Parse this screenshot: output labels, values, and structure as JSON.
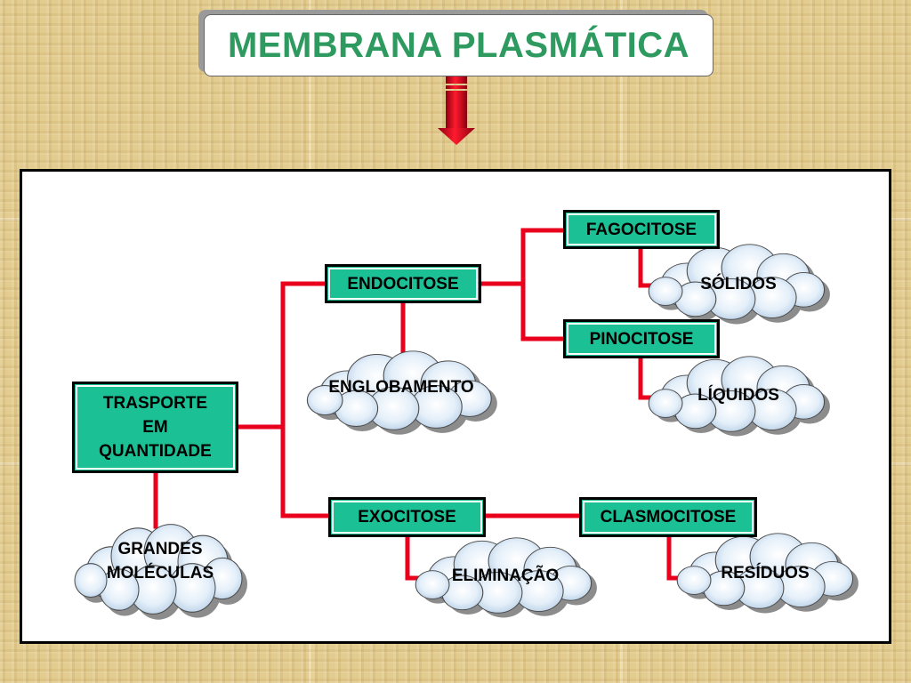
{
  "title": "MEMBRANA PLASMÁTICA",
  "nodes": {
    "root": "TRASPORTE\nEM\nQUANTIDADE",
    "endocitose": "ENDOCITOSE",
    "exocitose": "EXOCITOSE",
    "fagocitose": "FAGOCITOSE",
    "pinocitose": "PINOCITOSE",
    "clasmocitose": "CLASMOCITOSE"
  },
  "clouds": {
    "grandes_moleculas": "GRANDES\nMOLÉCULAS",
    "englobamento": "ENGLOBAMENTO",
    "solidos": "SÓLIDOS",
    "liquidos": "LÍQUIDOS",
    "eliminacao": "ELIMINAÇÃO",
    "residuos": "RESÍDUOS"
  },
  "colors": {
    "title_text": "#2e9a5f",
    "node_fill": "#1bc195",
    "connector": "#e8001c",
    "cloud_fill": "#dbe9f6"
  }
}
